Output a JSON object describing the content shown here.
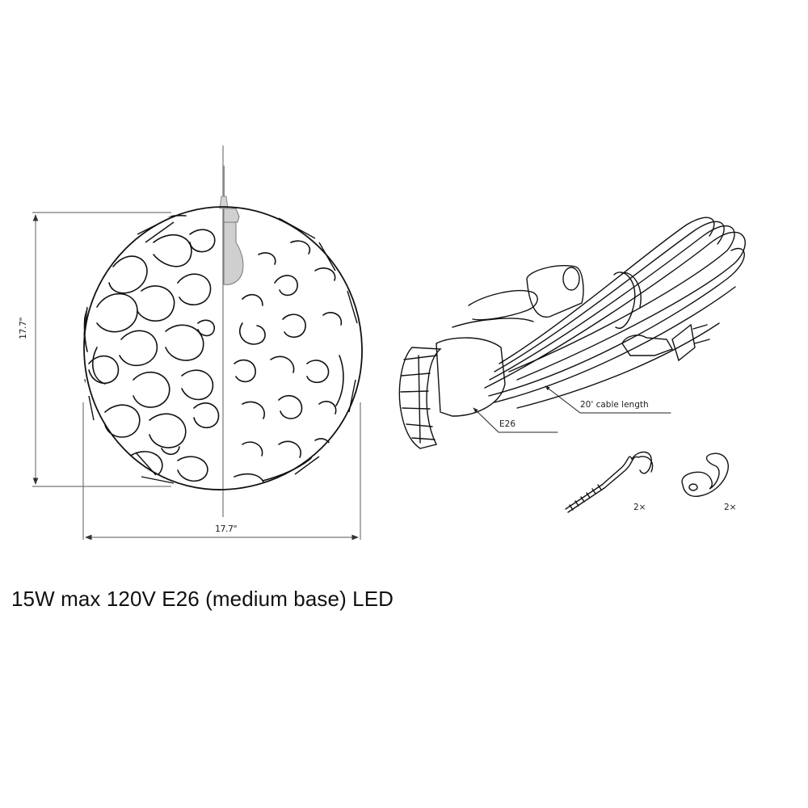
{
  "diagram": {
    "pendant": {
      "height_label": "17.7\"",
      "width_label": "17.7\""
    },
    "cord_set": {
      "cable_callout": "20' cable length",
      "socket_callout": "E26"
    },
    "hardware": {
      "hook_qty": "2×",
      "clip_qty": "2×"
    },
    "spec_text": "15W max 120V E26 (medium base) LED",
    "colors": {
      "line": "#111111",
      "dimension_line": "#777777",
      "bulb_fill": "#cfcfcf",
      "background": "#ffffff"
    }
  }
}
